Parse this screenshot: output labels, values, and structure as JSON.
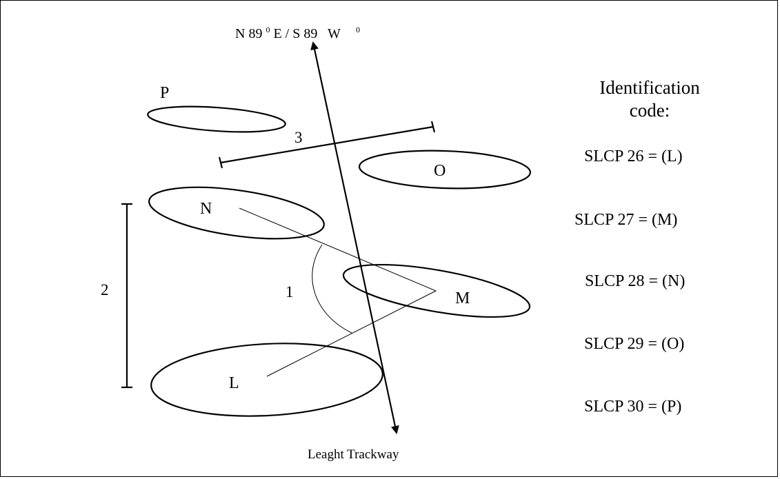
{
  "direction_label": {
    "part1": "N 89",
    "sup1": "0",
    "part2": "E / S 89",
    "part3": "W",
    "sup2": "0"
  },
  "trackway_label": "Leaght Trackway",
  "footprints": {
    "P": "P",
    "O": "O",
    "N": "N",
    "M": "M",
    "L": "L"
  },
  "measurements": {
    "angle": "1",
    "stride": "2",
    "width": "3"
  },
  "legend": {
    "heading_line1": "Identification",
    "heading_line2": "code:",
    "items": [
      "SLCP 26 = (L)",
      "SLCP 27 = (M)",
      "SLCP 28 = (N)",
      "SLCP 29 = (O)",
      "SLCP 30 = (P)"
    ]
  }
}
